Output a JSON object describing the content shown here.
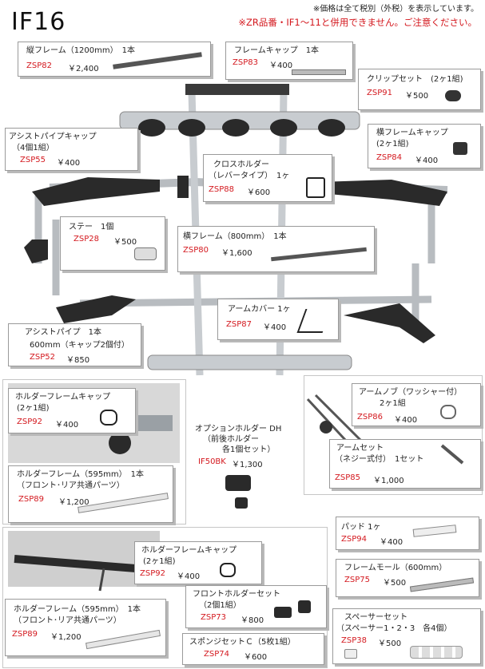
{
  "header": {
    "model": "IF16",
    "note_tax": "※価格は全て税別（外税）を表示しています。",
    "note_warning": "※ZR品番・IF1～11と併用できません。ご注意ください。"
  },
  "colors": {
    "accent_red": "#d4191f",
    "frame_silver": "#c8ccd0",
    "cap_black": "#2a2a2a"
  },
  "parts": {
    "vertical_frame": {
      "name": "縦フレーム（1200mm）　1本",
      "code": "ZSP82",
      "price": "￥2,400"
    },
    "frame_cap": {
      "name": "フレームキャップ　1本",
      "code": "ZSP83",
      "price": "￥400"
    },
    "clip_set": {
      "name": "クリップセット　(2ヶ1組)",
      "code": "ZSP91",
      "price": "￥500"
    },
    "assist_pipe_cap": {
      "name": "アシストパイプキャップ",
      "sub": "（4個1組）",
      "code": "ZSP55",
      "price": "￥400"
    },
    "side_frame_cap": {
      "name": "横フレームキャップ",
      "sub": "(2ヶ1組)",
      "code": "ZSP84",
      "price": "￥400"
    },
    "cross_holder": {
      "name": "クロスホルダー",
      "sub": "（レバータイプ）　1ヶ",
      "code": "ZSP88",
      "price": "￥600"
    },
    "stay": {
      "name": "ステー　1個",
      "code": "ZSP28",
      "price": "￥500"
    },
    "side_frame": {
      "name": "横フレーム（800mm）　1本",
      "code": "ZSP80",
      "price": "￥1,600"
    },
    "arm_cover": {
      "name": "アームカバー 1ヶ",
      "code": "ZSP87",
      "price": "￥400"
    },
    "assist_pipe": {
      "name": "アシストパイプ　1本",
      "sub": "600mm（キャップ2個付）",
      "code": "ZSP52",
      "price": "￥850"
    },
    "holder_frame_cap_a": {
      "name": "ホルダーフレームキャップ",
      "sub": "(2ヶ1組)",
      "code": "ZSP92",
      "price": "￥400"
    },
    "holder_frame_a": {
      "name": "ホルダーフレーム（595mm）　1本",
      "sub": "（フロント･リア共通パーツ）",
      "code": "ZSP89",
      "price": "￥1,200"
    },
    "option_holder": {
      "name": "オプションホルダー DH",
      "sub1": "（前後ホルダー",
      "sub2": "各1個セット）",
      "code": "IF50BK",
      "price": "￥1,300"
    },
    "arm_knob": {
      "name": "アームノブ（ワッシャー付）",
      "sub": "2ヶ1組",
      "code": "ZSP86",
      "price": "￥400"
    },
    "arm_set": {
      "name": "アームセット",
      "sub": "（ネジー式付）　1セット",
      "code": "ZSP85",
      "price": "￥1,000"
    },
    "pad": {
      "name": "パッド 1ヶ",
      "code": "ZSP94",
      "price": "￥400"
    },
    "frame_mold": {
      "name": "フレームモール（600mm）",
      "code": "ZSP75",
      "price": "￥500"
    },
    "holder_frame_cap_b": {
      "name": "ホルダーフレームキャップ",
      "sub": "(2ヶ1組)",
      "code": "ZSP92",
      "price": "￥400"
    },
    "holder_frame_b": {
      "name": "ホルダーフレーム（595mm）　1本",
      "sub": "（フロント･リア共通パーツ）",
      "code": "ZSP89",
      "price": "￥1,200"
    },
    "front_holder_set": {
      "name": "フロントホルダーセット",
      "sub": "（2個1組）",
      "code": "ZSP73",
      "price": "￥800"
    },
    "sponge_set": {
      "name": "スポンジセットＣ（5枚1組）",
      "code": "ZSP74",
      "price": "￥600"
    },
    "spacer_set": {
      "name": "スペーサーセット",
      "sub": "（スペーサー1・2・3　各4個）",
      "code": "ZSP38",
      "price": "￥500"
    }
  }
}
